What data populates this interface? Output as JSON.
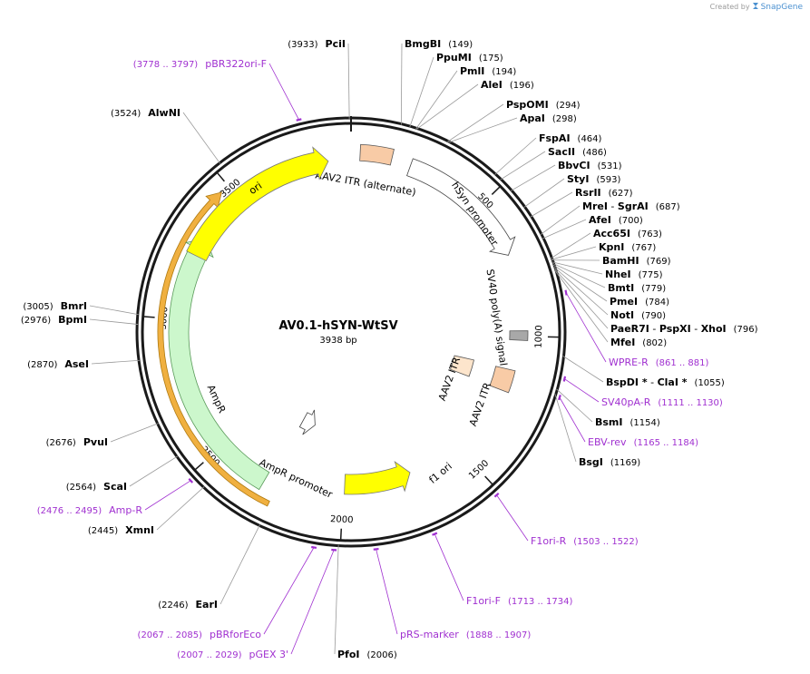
{
  "credit": {
    "prefix": "Created by",
    "brand": "SnapGene"
  },
  "plasmid": {
    "name": "AV0.1-hSYN-WtSV",
    "length_label": "3938 bp",
    "length": 3938,
    "ticks": [
      {
        "pos": 500,
        "label": "500"
      },
      {
        "pos": 1000,
        "label": "1000"
      },
      {
        "pos": 1500,
        "label": "1500"
      },
      {
        "pos": 2000,
        "label": "2000"
      },
      {
        "pos": 2500,
        "label": "2500"
      },
      {
        "pos": 3000,
        "label": "3000"
      },
      {
        "pos": 3500,
        "label": "3500"
      }
    ]
  },
  "colors": {
    "ori": "#ffff00",
    "f1_ori": "#ffff00",
    "ampr": "#ccf7cc",
    "amp_promoter": "#ffffff",
    "hsyn": "#ffffff",
    "itr": "#f8cba6",
    "itr_light": "#fde5cc",
    "polyA": "#a8a8a8",
    "primer": "#a030d0",
    "orf_highlight": "#f0b040",
    "backbone": "#1a1a1a"
  },
  "features": [
    {
      "id": "aav2-itr-alt",
      "label": "AAV2 ITR (alternate)"
    },
    {
      "id": "hsyn-promoter",
      "label": "hSyn promoter"
    },
    {
      "id": "sv40-polya",
      "label": "SV40 poly(A) signal"
    },
    {
      "id": "aav2-itr-1",
      "label": "AAV2 ITR"
    },
    {
      "id": "aav2-itr-2",
      "label": "AAV2 ITR"
    },
    {
      "id": "f1-ori",
      "label": "f1 ori"
    },
    {
      "id": "ampr-promoter",
      "label": "AmpR promoter"
    },
    {
      "id": "ampr",
      "label": "AmpR"
    },
    {
      "id": "ori",
      "label": "ori"
    }
  ],
  "sites": [
    {
      "id": "pcii",
      "type": "enzyme",
      "name": "PciI",
      "pos": "(3933)"
    },
    {
      "id": "bmgbi",
      "type": "enzyme",
      "name": "BmgBI",
      "pos": "(149)"
    },
    {
      "id": "ppumi",
      "type": "enzyme",
      "name": "PpuMI",
      "pos": "(175)"
    },
    {
      "id": "pmli",
      "type": "enzyme",
      "name": "PmlI",
      "pos": "(194)"
    },
    {
      "id": "alei",
      "type": "enzyme",
      "name": "AleI",
      "pos": "(196)"
    },
    {
      "id": "pspomi",
      "type": "enzyme",
      "name": "PspOMI",
      "pos": "(294)"
    },
    {
      "id": "apai",
      "type": "enzyme",
      "name": "ApaI",
      "pos": "(298)"
    },
    {
      "id": "fspai",
      "type": "enzyme",
      "name": "FspAI",
      "pos": "(464)"
    },
    {
      "id": "sacii",
      "type": "enzyme",
      "name": "SacII",
      "pos": "(486)"
    },
    {
      "id": "bbvci",
      "type": "enzyme",
      "name": "BbvCI",
      "pos": "(531)"
    },
    {
      "id": "styi",
      "type": "enzyme",
      "name": "StyI",
      "pos": "(593)"
    },
    {
      "id": "rsrii",
      "type": "enzyme",
      "name": "RsrII",
      "pos": "(627)"
    },
    {
      "id": "mrei",
      "type": "enzyme",
      "name": "MreI",
      "sep": " - ",
      "name2": "SgrAI",
      "pos": "(687)"
    },
    {
      "id": "afei",
      "type": "enzyme",
      "name": "AfeI",
      "pos": "(700)"
    },
    {
      "id": "acc65i",
      "type": "enzyme",
      "name": "Acc65I",
      "pos": "(763)"
    },
    {
      "id": "kpni",
      "type": "enzyme",
      "name": "KpnI",
      "pos": "(767)"
    },
    {
      "id": "bamhi",
      "type": "enzyme",
      "name": "BamHI",
      "pos": "(769)"
    },
    {
      "id": "nhei",
      "type": "enzyme",
      "name": "NheI",
      "pos": "(775)"
    },
    {
      "id": "bmti",
      "type": "enzyme",
      "name": "BmtI",
      "pos": "(779)"
    },
    {
      "id": "pmei",
      "type": "enzyme",
      "name": "PmeI",
      "pos": "(784)"
    },
    {
      "id": "noti",
      "type": "enzyme",
      "name": "NotI",
      "pos": "(790)"
    },
    {
      "id": "paer7i",
      "type": "enzyme",
      "name": "PaeR7I",
      "sep": " - ",
      "name2": "PspXI",
      "sep2": " - ",
      "name3": "XhoI",
      "pos": "(796)"
    },
    {
      "id": "mfei",
      "type": "enzyme",
      "name": "MfeI",
      "pos": "(802)"
    },
    {
      "id": "wpre-r",
      "type": "primer",
      "name": "WPRE-R",
      "pos": "(861 .. 881)"
    },
    {
      "id": "bspdi",
      "type": "enzyme",
      "name": "BspDI *",
      "sep": " - ",
      "name2": "ClaI *",
      "pos": "(1055)"
    },
    {
      "id": "sv40pa-r",
      "type": "primer",
      "name": "SV40pA-R",
      "pos": "(1111 .. 1130)"
    },
    {
      "id": "bsmi",
      "type": "enzyme",
      "name": "BsmI",
      "pos": "(1154)"
    },
    {
      "id": "ebv-rev",
      "type": "primer",
      "name": "EBV-rev",
      "pos": "(1165 .. 1184)"
    },
    {
      "id": "bsgi",
      "type": "enzyme",
      "name": "BsgI",
      "pos": "(1169)"
    },
    {
      "id": "f1ori-r",
      "type": "primer",
      "name": "F1ori-R",
      "pos": "(1503 .. 1522)"
    },
    {
      "id": "f1ori-f",
      "type": "primer",
      "name": "F1ori-F",
      "pos": "(1713 .. 1734)"
    },
    {
      "id": "prs-marker",
      "type": "primer",
      "name": "pRS-marker",
      "pos": "(1888 .. 1907)"
    },
    {
      "id": "pfoi",
      "type": "enzyme",
      "name": "PfoI",
      "pos": "(2006)"
    },
    {
      "id": "pgex3",
      "type": "primer",
      "name": "pGEX 3'",
      "pos": "(2007 .. 2029)"
    },
    {
      "id": "pbrforeco",
      "type": "primer",
      "name": "pBRforEco",
      "pos": "(2067 .. 2085)"
    },
    {
      "id": "eari",
      "type": "enzyme",
      "name": "EarI",
      "pos": "(2246)"
    },
    {
      "id": "xmni",
      "type": "enzyme",
      "name": "XmnI",
      "pos": "(2445)"
    },
    {
      "id": "amp-r",
      "type": "primer",
      "name": "Amp-R",
      "pos": "(2476 .. 2495)"
    },
    {
      "id": "scai",
      "type": "enzyme",
      "name": "ScaI",
      "pos": "(2564)"
    },
    {
      "id": "pvui",
      "type": "enzyme",
      "name": "PvuI",
      "pos": "(2676)"
    },
    {
      "id": "asei",
      "type": "enzyme",
      "name": "AseI",
      "pos": "(2870)"
    },
    {
      "id": "bpmi",
      "type": "enzyme",
      "name": "BpmI",
      "pos": "(2976)"
    },
    {
      "id": "bmri",
      "type": "enzyme",
      "name": "BmrI",
      "pos": "(3005)"
    },
    {
      "id": "alwni",
      "type": "enzyme",
      "name": "AlwNI",
      "pos": "(3524)"
    },
    {
      "id": "pbr322ori-f",
      "type": "primer",
      "name": "pBR322ori-F",
      "pos": "(3778 .. 3797)"
    }
  ]
}
